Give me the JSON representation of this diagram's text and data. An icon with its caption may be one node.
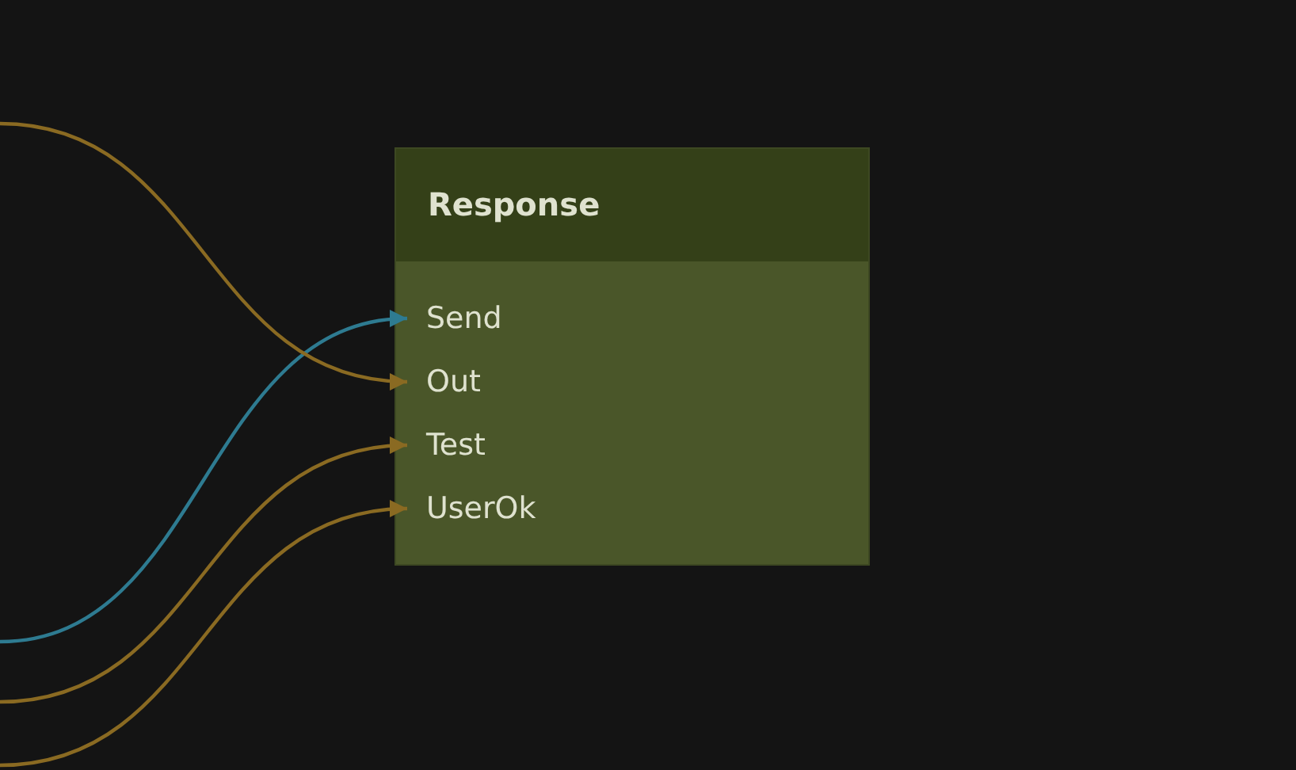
{
  "diagram": {
    "nodes": [
      {
        "text": [
          "Response"
        ]
      },
      {
        "text": [
          "Send"
        ],
        "in": 0
      },
      {
        "text": [
          "Out"
        ],
        "in": 0
      },
      {
        "text": [
          "Test"
        ],
        "in": 0
      },
      {
        "text": [
          "UserOk"
        ],
        "in": 0
      }
    ],
    "edges": [
      {
        "from": null,
        "to": 1,
        "arrow": "to",
        "color": "#2e7b91"
      },
      {
        "from": null,
        "to": 2,
        "arrow": "to"
      },
      {
        "from": null,
        "to": 3,
        "arrow": "to"
      },
      {
        "from": null,
        "to": 4,
        "arrow": "to"
      }
    ]
  }
}
